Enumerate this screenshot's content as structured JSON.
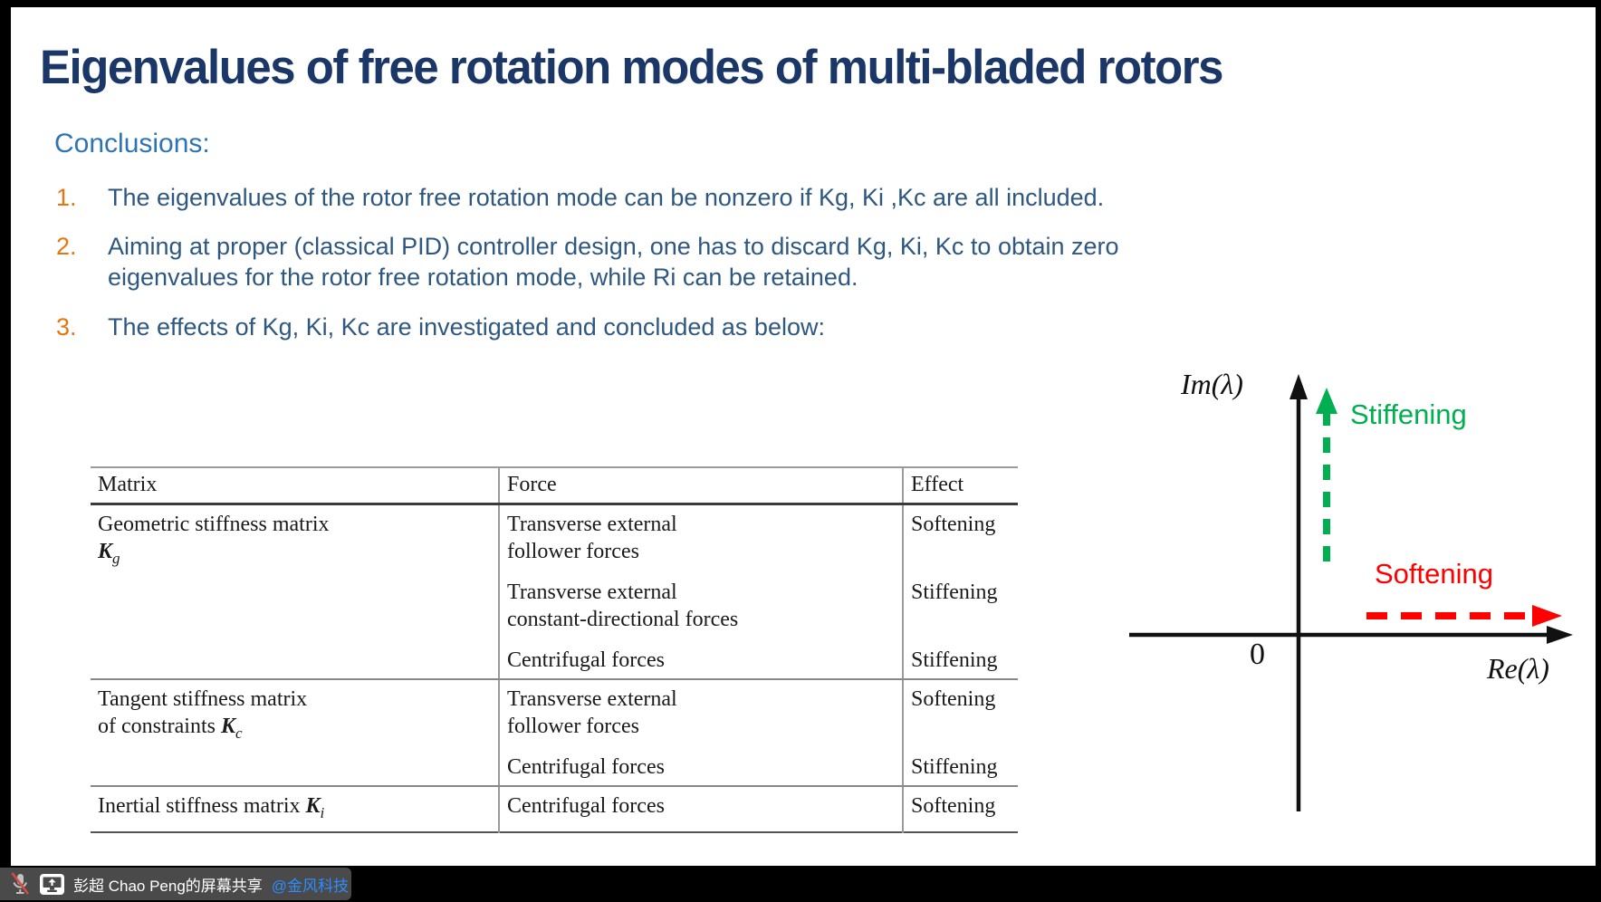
{
  "slide": {
    "title": "Eigenvalues of free rotation modes of multi-bladed rotors",
    "conclusions_heading": "Conclusions:",
    "items": [
      {
        "num": "1.",
        "lines": [
          "The eigenvalues of the rotor free rotation mode can be nonzero if Kg, Ki ,Kc are all included."
        ]
      },
      {
        "num": "2.",
        "lines": [
          "Aiming at proper (classical PID) controller design, one has to discard Kg, Ki, Kc to obtain zero",
          "eigenvalues for the rotor free rotation mode, while Ri can be retained."
        ]
      },
      {
        "num": "3.",
        "lines": [
          "The effects of Kg, Ki, Kc are investigated and concluded as below:"
        ]
      }
    ],
    "table": {
      "headers": [
        "Matrix",
        "Force",
        "Effect"
      ],
      "groups": [
        {
          "matrix": {
            "line1": "Geometric stiffness matrix",
            "line2": "",
            "symbol": "K",
            "subscript": "g"
          },
          "rows": [
            {
              "force1": "Transverse external",
              "force2": "follower forces",
              "effect": "Softening"
            },
            {
              "force1": "Transverse external",
              "force2": "constant-directional forces",
              "effect": "Stiffening"
            },
            {
              "force1": "Centrifugal forces",
              "force2": "",
              "effect": "Stiffening"
            }
          ]
        },
        {
          "matrix": {
            "line1": "Tangent stiffness matrix",
            "line2": "of constraints ",
            "symbol": "K",
            "subscript": "c"
          },
          "rows": [
            {
              "force1": "Transverse external",
              "force2": "follower forces",
              "effect": "Softening"
            },
            {
              "force1": "Centrifugal forces",
              "force2": "",
              "effect": "Stiffening"
            }
          ]
        },
        {
          "matrix": {
            "line1": "",
            "line2": "Inertial stiffness matrix ",
            "symbol": "K",
            "subscript": "i"
          },
          "rows": [
            {
              "force1": "Centrifugal forces",
              "force2": "",
              "effect": "Softening"
            }
          ]
        }
      ]
    },
    "diagram": {
      "im_axis_label": "Im(λ)",
      "re_axis_label": "Re(λ)",
      "origin_label": "0",
      "stiffening_label": "Stiffening",
      "softening_label": "Softening"
    }
  },
  "share_bar": {
    "text": "彭超 Chao Peng的屏幕共享 ",
    "mention": "@金风科技",
    "mic_icon": "muted-mic-icon",
    "share_icon": "screen-share-icon"
  },
  "colors": {
    "title": "#1B3768",
    "heading": "#2E74B5",
    "body_text": "#2E5881",
    "list_number": "#E8740C",
    "stiffening_green": "#00B050",
    "softening_red": "#FF0000",
    "mention_blue": "#2D8CFF",
    "share_bar_bg": "#4A4A4A"
  }
}
